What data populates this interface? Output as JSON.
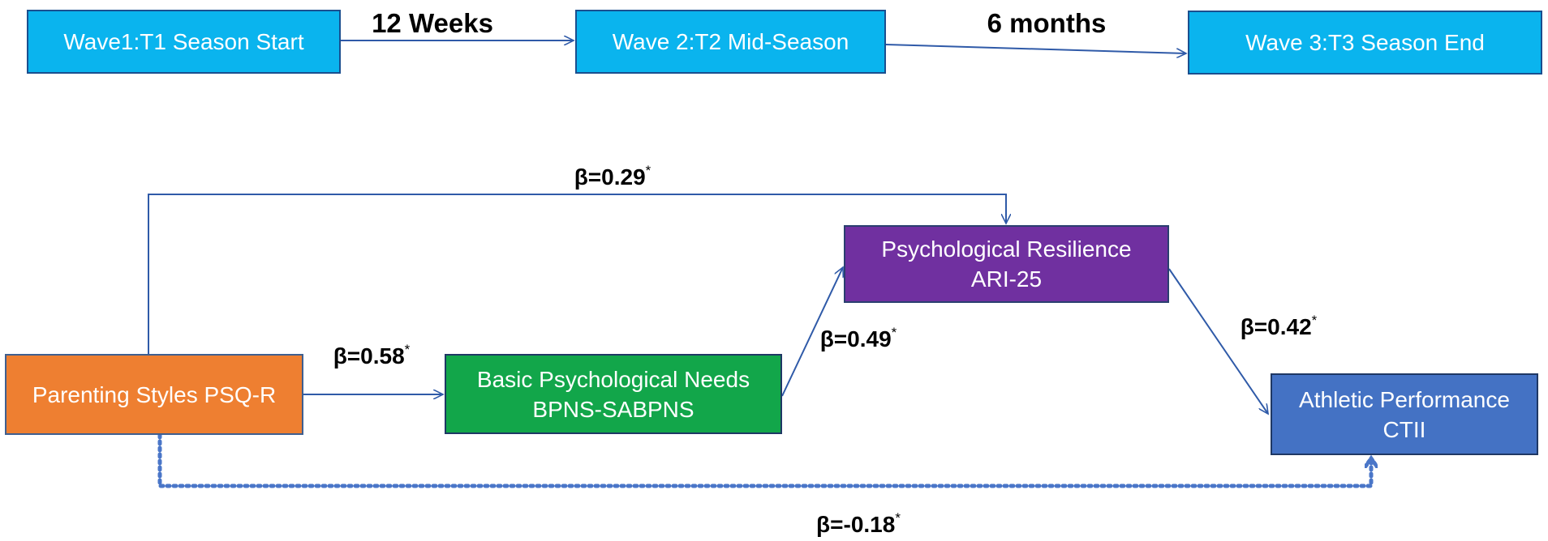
{
  "timeline": {
    "waves": [
      "Wave1:T1 Season Start",
      "Wave 2:T2 Mid-Season",
      "Wave 3:T3 Season End"
    ],
    "intervals": [
      "12 Weeks",
      "6 months"
    ]
  },
  "model": {
    "nodes": {
      "parenting": [
        "Parenting Styles PSQ-R"
      ],
      "needs": [
        "Basic Psychological Needs",
        "BPNS-SABPNS"
      ],
      "resilience": [
        "Psychological Resilience",
        "ARI-25"
      ],
      "performance": [
        "Athletic Performance",
        "CTII"
      ]
    },
    "paths": {
      "parenting_to_resilience": "β=0.29",
      "parenting_to_needs": "β=0.58",
      "needs_to_resilience": "β=0.49",
      "resilience_to_performance": "β=0.42",
      "parenting_to_performance": "β=-0.18"
    },
    "significance_mark": "*"
  },
  "colors": {
    "wave_fill": "#0ab4ee",
    "parenting_fill": "#ee7f31",
    "needs_fill": "#12a64a",
    "resilience_fill": "#7030a0",
    "performance_fill": "#4472c4",
    "connector": "#2f5aa8",
    "dotted_connector": "#4a76c8"
  }
}
